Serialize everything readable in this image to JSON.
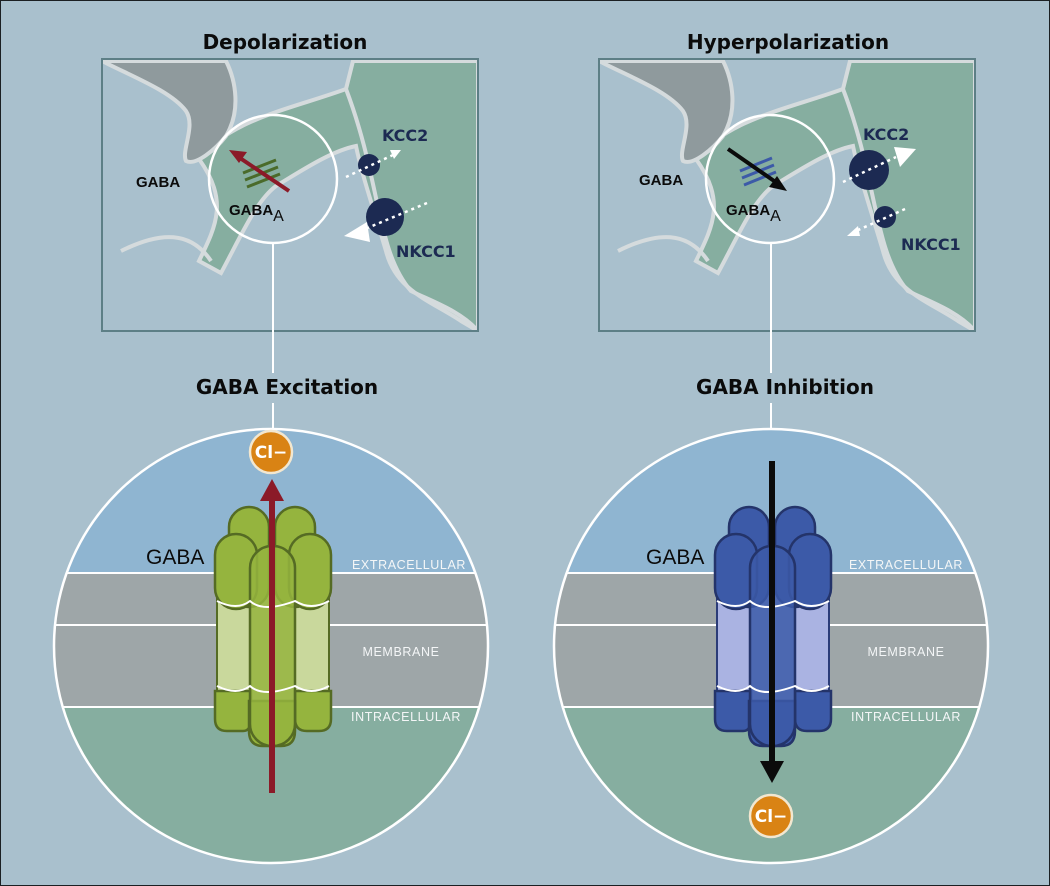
{
  "panels": [
    {
      "key": "left",
      "title": "Depolarization",
      "gaba_label": "GABA",
      "receptor_label": "GABA",
      "receptor_sub": "A",
      "kcc2_label": "KCC2",
      "nkcc1_label": "NKCC1",
      "section_title": "GABA Excitation",
      "ion_label": "Cl−",
      "gaba_big_label": "GABA",
      "layers": {
        "extra": "EXTRACELLULAR",
        "membrane": "MEMBRANE",
        "intra": "INTRACELLULAR"
      },
      "channel_color": "#95b43e",
      "arrow_color": "#8b1a28"
    },
    {
      "key": "right",
      "title": "Hyperpolarization",
      "gaba_label": "GABA",
      "receptor_label": "GABA",
      "receptor_sub": "A",
      "kcc2_label": "KCC2",
      "nkcc1_label": "NKCC1",
      "section_title": "GABA Inhibition",
      "ion_label": "Cl−",
      "gaba_big_label": "GABA",
      "layers": {
        "extra": "EXTRACELLULAR",
        "membrane": "MEMBRANE",
        "intra": "INTRACELLULAR"
      },
      "channel_color": "#3c5aa8",
      "arrow_color": "#0b0b0b"
    }
  ],
  "colors": {
    "background": "#a9c0cd",
    "neuron": "#86aea0",
    "presynaptic": "#8f9a9d",
    "extracellular": "#8fb5d1",
    "membrane": "#9ea6a8",
    "intracellular": "#86aea0",
    "transporter": "#1c2a52",
    "chloride": "#d98314"
  }
}
